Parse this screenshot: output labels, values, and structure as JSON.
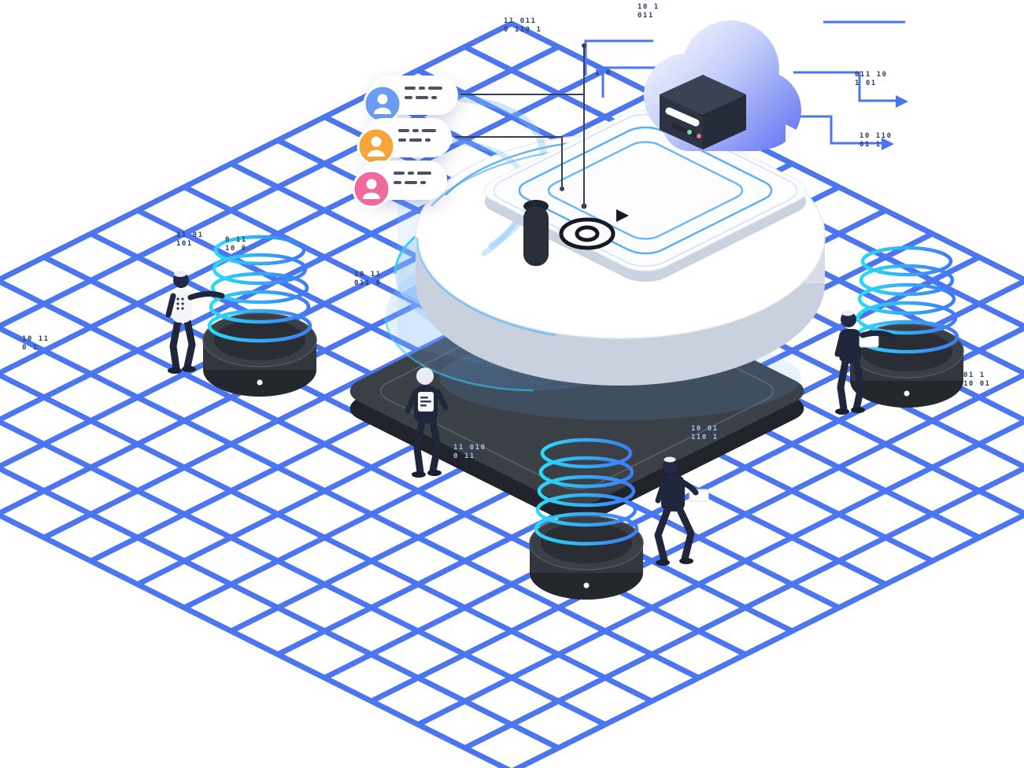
{
  "colors": {
    "grid-blue": "#4b76f0",
    "glow-blue": "#4aa8f5",
    "accent-cyan": "#35c8f8",
    "base-dark": "#3b4047",
    "base-dark-side": "#202329",
    "disc-white": "#ffffff",
    "disc-side": "#d7dce8",
    "glass-blue": "#7db8f7",
    "cloud-light": "#ffffff",
    "cloud-blue": "#5b6df0",
    "server-dark": "#323848",
    "avatar-blue": "#6b9cf2",
    "avatar-orange": "#f5a53c",
    "avatar-pink": "#ef6a9e",
    "status-green": "#7ee0a8",
    "status-pink": "#f06e9f",
    "person-dark": "#20263b",
    "binary-ink": "#2c3e68",
    "binary-light": "#9dc0f7",
    "pod-dark": "#33373d",
    "wire-dark": "#3a4050"
  },
  "icons": {
    "user-avatar-icon": "person-silhouette",
    "target-icon": "concentric-circles",
    "play-triangle-icon": "triangle-right",
    "cloud-icon": "cloud",
    "server-icon": "isometric-server-box",
    "coil-icon": "spring-rings",
    "data-pod-icon": "dark-cylinder",
    "grid-icon": "isometric-grid"
  },
  "binary_chips": [
    {
      "text": "11 011\n0 110 1"
    },
    {
      "text": "10 1\n011"
    },
    {
      "text": "011 10\n1 01"
    },
    {
      "text": "10 110\n01 1"
    },
    {
      "text": "11 01\n101"
    },
    {
      "text": "0 11\n10 0"
    },
    {
      "text": "10 11\n011 0"
    },
    {
      "text": "11 010\n0 11"
    },
    {
      "text": "10 01\n110 1"
    },
    {
      "text": "01 1\n10 01"
    },
    {
      "text": "10 11\n0 1"
    },
    {
      "text": "1 0"
    }
  ]
}
